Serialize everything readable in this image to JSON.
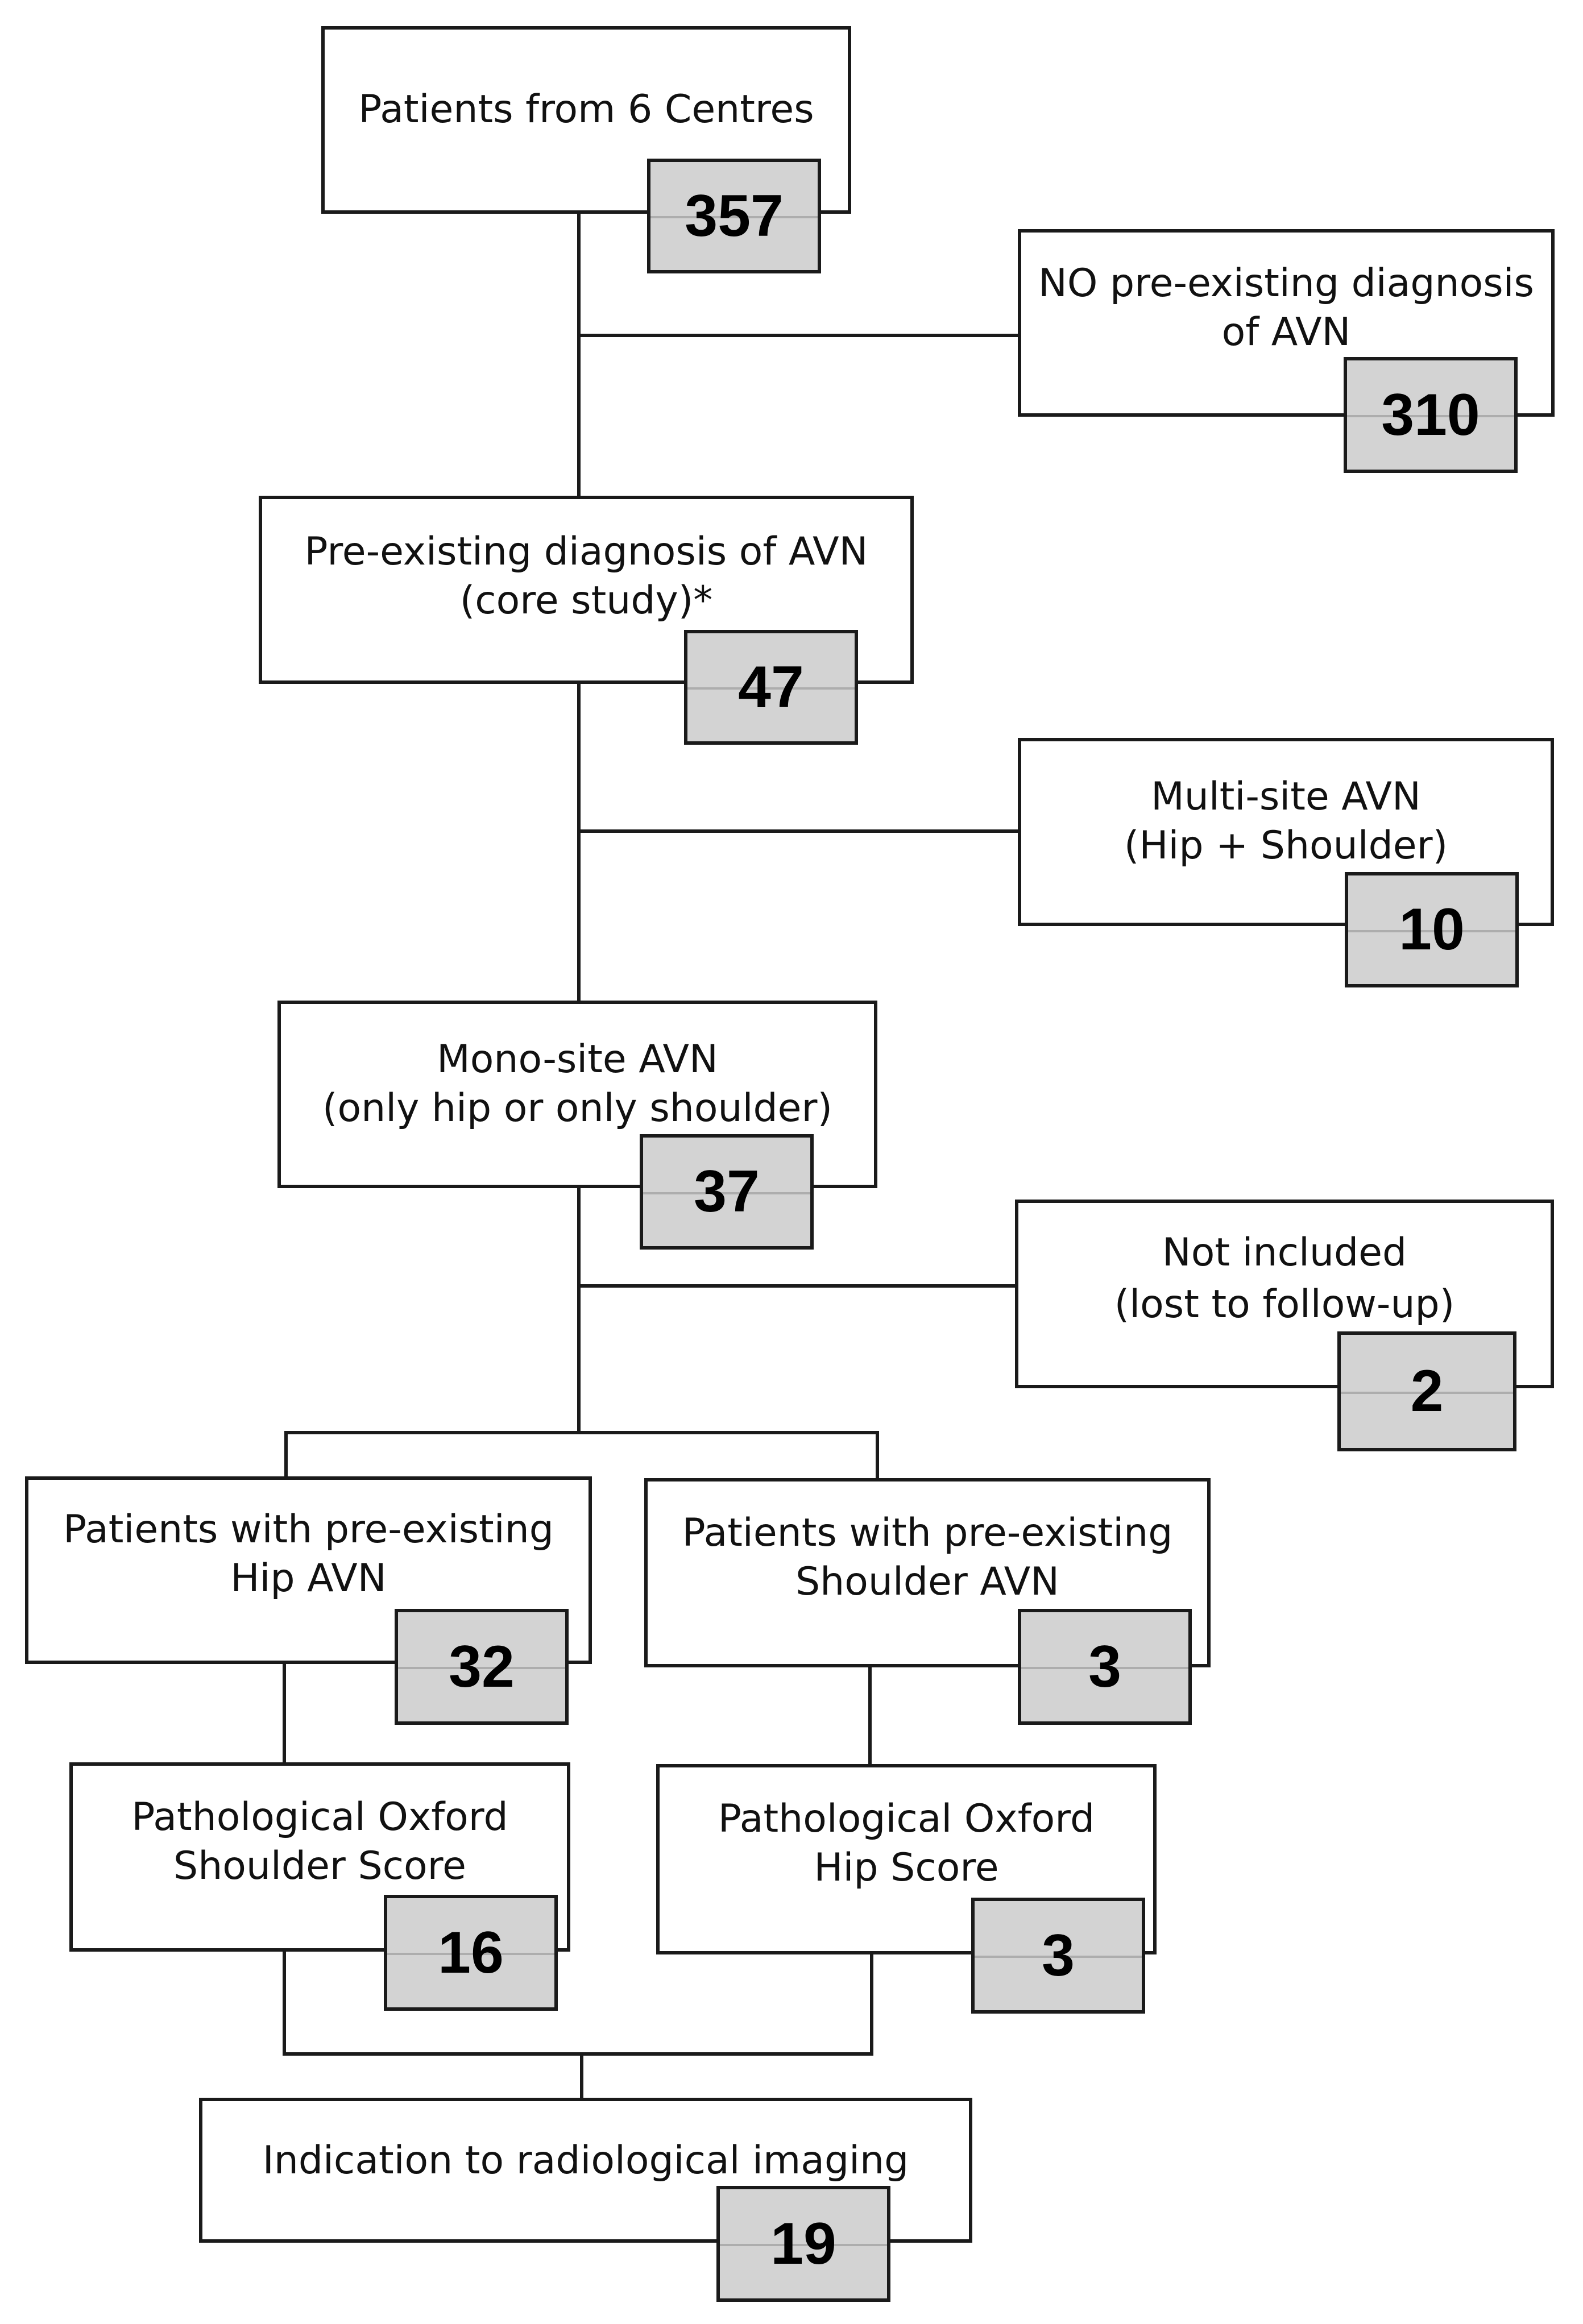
{
  "nodes": {
    "patients_centres": {
      "lines": [
        "Patients from 6 Centres"
      ],
      "count": "357"
    },
    "no_preexisting": {
      "lines": [
        "NO pre-existing diagnosis",
        "of AVN"
      ],
      "count": "310"
    },
    "preexisting": {
      "lines": [
        "Pre-existing diagnosis of AVN",
        "(core study)*"
      ],
      "count": "47"
    },
    "multisite": {
      "lines": [
        "Multi-site AVN",
        "(Hip + Shoulder)"
      ],
      "count": "10"
    },
    "monosite": {
      "lines": [
        "Mono-site AVN",
        "(only hip or only shoulder)"
      ],
      "count": "37"
    },
    "not_included": {
      "lines": [
        "Not included",
        "(lost to follow-up)"
      ],
      "count": "2"
    },
    "hip_avn": {
      "lines": [
        "Patients with pre-existing",
        "Hip AVN"
      ],
      "count": "32"
    },
    "shoulder_avn": {
      "lines": [
        "Patients with pre-existing",
        "Shoulder AVN"
      ],
      "count": "3"
    },
    "oxford_shoulder": {
      "lines": [
        "Pathological Oxford",
        "Shoulder Score"
      ],
      "count": "16"
    },
    "oxford_hip": {
      "lines": [
        "Pathological Oxford",
        "Hip Score"
      ],
      "count": "3"
    },
    "imaging": {
      "lines": [
        "Indication to radiological imaging"
      ],
      "count": "19"
    }
  },
  "colors": {
    "line": "#1a1a1a",
    "badge_fill": "#d3d3d3",
    "box_fill": "#ffffff"
  }
}
